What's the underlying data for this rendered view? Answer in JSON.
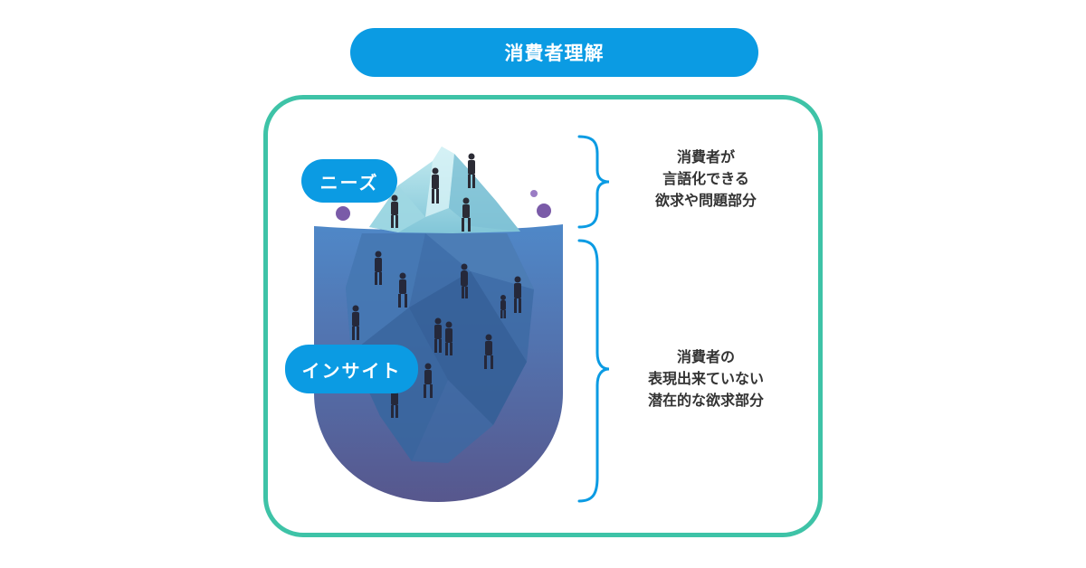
{
  "title": "消費者理解",
  "labels": {
    "needs": "ニーズ",
    "insight": "インサイト"
  },
  "descriptions": {
    "needs": [
      "消費者が",
      "言語化できる",
      "欲求や問題部分"
    ],
    "insight": [
      "消費者の",
      "表現出来ていない",
      "潜在的な欲求部分"
    ]
  },
  "colors": {
    "accent": "#0b9be3",
    "frame": "#3ec3a7",
    "water_top": "#4f88c8",
    "water_bottom": "#57578d",
    "ice": "#a6dce6"
  },
  "icons": [
    "iceberg-illustration",
    "person-silhouette",
    "bubble",
    "curly-brace"
  ]
}
